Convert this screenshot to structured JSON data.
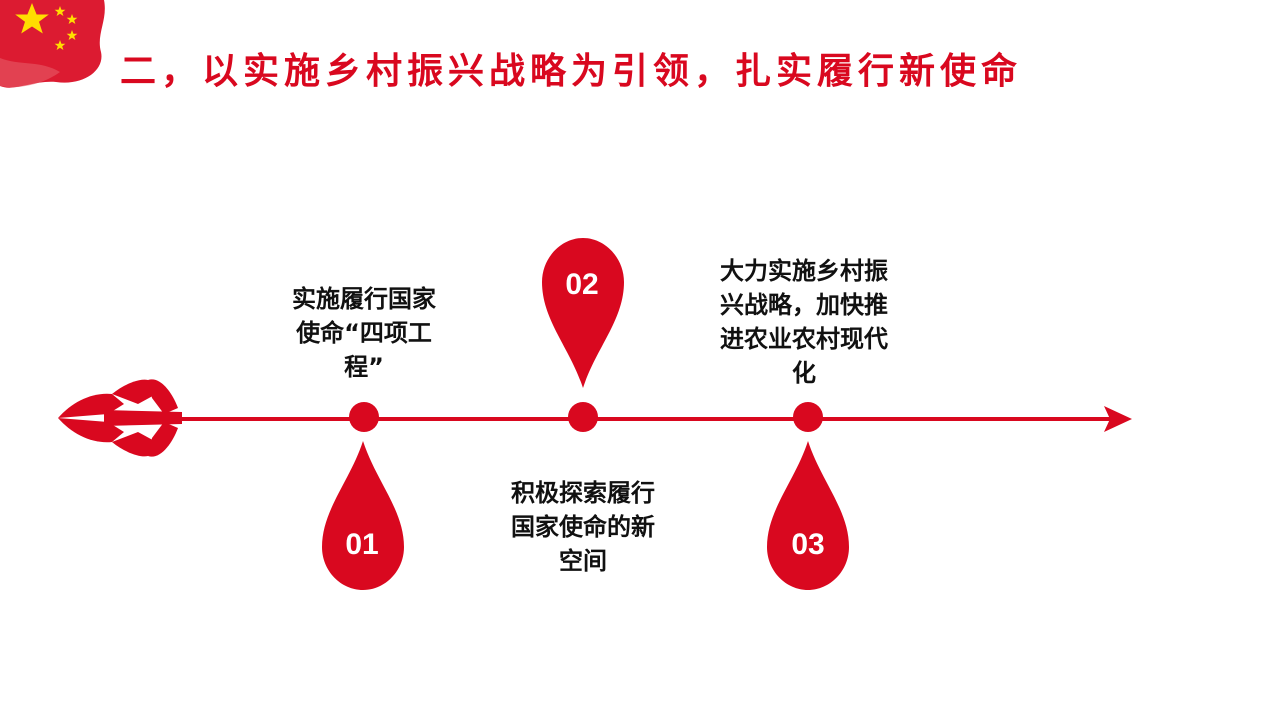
{
  "title": "二，以实施乡村振兴战略为引领，扎实履行新使命",
  "colors": {
    "accent": "#d9081f",
    "text": "#111111",
    "flag_star": "#ffde00"
  },
  "steps": [
    {
      "number": "01",
      "text": "实施履行国家使命“四项工程”"
    },
    {
      "number": "02",
      "text": "积极探索履行国家使命的新空间"
    },
    {
      "number": "03",
      "text": "大力实施乡村振兴战略，加快推进农业农村现代化"
    }
  ]
}
